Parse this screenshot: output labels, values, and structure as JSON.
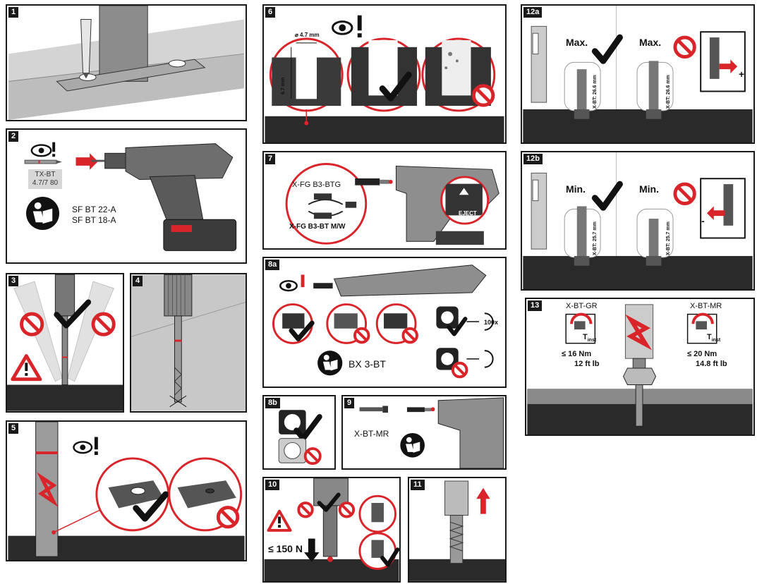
{
  "panels": {
    "p1": {
      "step": "1"
    },
    "p2": {
      "step": "2",
      "bit_name": "TX-BT",
      "bit_size": "4.7/7 80",
      "tool_model_1": "SF BT 22-A",
      "tool_model_2": "SF BT 18-A"
    },
    "p3": {
      "step": "3"
    },
    "p4": {
      "step": "4"
    },
    "p5": {
      "step": "5"
    },
    "p6": {
      "step": "6",
      "hole_diameter": "⌀ 4.7 mm",
      "hole_depth": "6.7 mm"
    },
    "p7": {
      "step": "7",
      "fastener_guide_1": "X-FG B3-BTG",
      "fastener_guide_2": "X-FG B3-BT M/W",
      "eject_label": "EJECT"
    },
    "p8a": {
      "step": "8a",
      "tool_model": "BX 3-BT",
      "count_label": "100x"
    },
    "p8b": {
      "step": "8b"
    },
    "p9": {
      "step": "9",
      "stud_name": "X-BT-MR"
    },
    "p10": {
      "step": "10",
      "force_limit": "≤ 150 N"
    },
    "p11": {
      "step": "11"
    },
    "p12a": {
      "step": "12a",
      "label_ok": "Max.",
      "label_bad": "Max.",
      "measure_ok": "X-BT: 26.6 mm",
      "measure_bad": "X-BT: 26.6 mm"
    },
    "p12b": {
      "step": "12b",
      "label_ok": "Min.",
      "label_bad": "Min.",
      "measure_ok": "X-BT: 25.7 mm",
      "measure_bad": "X-BT: 25.7 mm"
    },
    "p13": {
      "step": "13",
      "stud_gr": "X-BT-GR",
      "stud_mr": "X-BT-MR",
      "torque_symbol": "T",
      "torque_sub": "inst",
      "gr_torque_nm": "≤ 16 Nm",
      "gr_torque_ftlb": "12 ft lb",
      "mr_torque_nm": "≤ 20 Nm",
      "mr_torque_ftlb": "14.8 ft lb"
    }
  },
  "colors": {
    "accent_red": "#d9252a",
    "ink": "#1a1a1a",
    "steel": "#9a9a9a",
    "surface": "#2a2a2a"
  },
  "icons": [
    "eye-icon",
    "exclamation-icon",
    "check-icon",
    "prohibited-icon",
    "warning-triangle-icon",
    "manual-reader-icon",
    "arrow-up-icon",
    "arrow-down-icon",
    "plus-icon",
    "minus-icon",
    "rotate-icon"
  ]
}
